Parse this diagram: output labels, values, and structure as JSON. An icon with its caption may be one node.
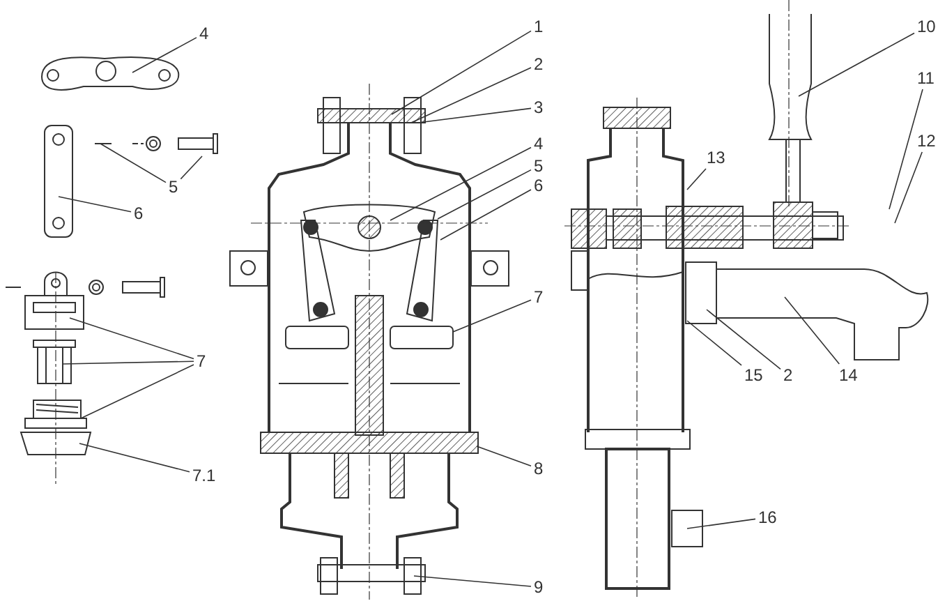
{
  "diagram": {
    "nodes": [
      {
        "text": [
          "4"
        ]
      },
      {
        "text": [
          "5"
        ]
      },
      {
        "text": [
          "6"
        ]
      },
      {
        "text": [
          "7"
        ]
      },
      {
        "text": [
          "7.1"
        ]
      },
      {
        "text": [
          "1"
        ]
      },
      {
        "text": [
          "2"
        ]
      },
      {
        "text": [
          "3"
        ]
      },
      {
        "text": [
          "4"
        ]
      },
      {
        "text": [
          "5"
        ]
      },
      {
        "text": [
          "6"
        ]
      },
      {
        "text": [
          "7"
        ]
      },
      {
        "text": [
          "8"
        ]
      },
      {
        "text": [
          "9"
        ]
      },
      {
        "text": [
          "10"
        ]
      },
      {
        "text": [
          "11"
        ]
      },
      {
        "text": [
          "12"
        ]
      },
      {
        "text": [
          "13"
        ]
      },
      {
        "text": [
          "15"
        ]
      },
      {
        "text": [
          "2"
        ]
      },
      {
        "text": [
          "14"
        ]
      },
      {
        "text": [
          "16"
        ]
      }
    ],
    "edges": [
      {
        "from": 0,
        "to": null,
        "arrow": "none"
      },
      {
        "from": 1,
        "to": null,
        "arrow": "none"
      },
      {
        "from": 1,
        "to": null,
        "arrow": "none"
      },
      {
        "from": 2,
        "to": null,
        "arrow": "none"
      },
      {
        "from": 3,
        "to": null,
        "arrow": "none"
      },
      {
        "from": 3,
        "to": null,
        "arrow": "none"
      },
      {
        "from": 3,
        "to": null,
        "arrow": "none"
      },
      {
        "from": 4,
        "to": null,
        "arrow": "none"
      },
      {
        "from": 5,
        "to": null,
        "arrow": "none"
      },
      {
        "from": 6,
        "to": null,
        "arrow": "none"
      },
      {
        "from": 7,
        "to": null,
        "arrow": "none"
      },
      {
        "from": 8,
        "to": null,
        "arrow": "none"
      },
      {
        "from": 9,
        "to": null,
        "arrow": "none"
      },
      {
        "from": 10,
        "to": null,
        "arrow": "none"
      },
      {
        "from": 11,
        "to": null,
        "arrow": "none"
      },
      {
        "from": 12,
        "to": null,
        "arrow": "none"
      },
      {
        "from": 13,
        "to": null,
        "arrow": "none"
      },
      {
        "from": 14,
        "to": null,
        "arrow": "none"
      },
      {
        "from": 15,
        "to": null,
        "arrow": "none"
      },
      {
        "from": 16,
        "to": null,
        "arrow": "none"
      },
      {
        "from": 17,
        "to": null,
        "arrow": "none"
      },
      {
        "from": 18,
        "to": null,
        "arrow": "none"
      },
      {
        "from": 19,
        "to": null,
        "arrow": "none"
      },
      {
        "from": 20,
        "to": null,
        "arrow": "none"
      },
      {
        "from": 21,
        "to": null,
        "arrow": "none"
      }
    ]
  }
}
